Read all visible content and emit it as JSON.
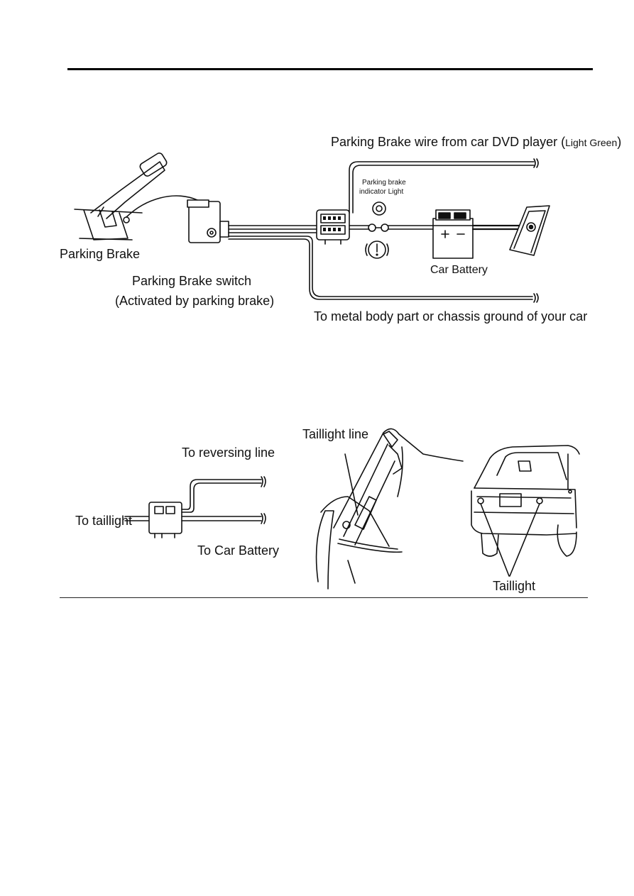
{
  "diagram1": {
    "labels": {
      "parking_brake_wire": "Parking Brake wire from car DVD player (",
      "light_green": "Light Green",
      "paren_close": ")",
      "indicator_line1": "Parking brake",
      "indicator_line2": "indicator Light",
      "parking_brake": "Parking Brake",
      "switch_line1": "Parking Brake switch",
      "switch_line2": "(Activated by parking brake)",
      "car_battery": "Car Battery",
      "ground": "To metal body part or chassis ground of your car"
    }
  },
  "diagram2": {
    "labels": {
      "reversing": "To reversing line",
      "taillight_in": "To taillight",
      "battery": "To Car Battery",
      "taillight_line": "Taillight line",
      "taillight": "Taillight"
    }
  }
}
